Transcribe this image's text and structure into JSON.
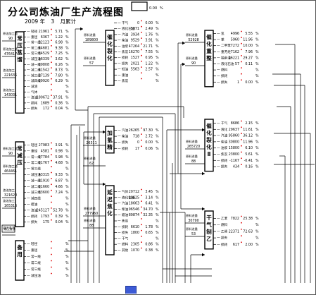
{
  "title": "分公司炼油厂生产流程图",
  "period": {
    "year": "2009 年",
    "month": "3",
    "label": "月累计"
  },
  "top_box": {
    "value": "0.00",
    "unit": "%"
  },
  "units": [
    {
      "name": "常压蒸馏",
      "id": "atm",
      "inputs": [
        {
          "label": "原油加工量",
          "value": "90"
        },
        {
          "label": "原油加工量",
          "value": "476417"
        },
        {
          "label": "渣油加工",
          "value": "221635"
        },
        {
          "label": "渣油加工",
          "value": "143031"
        }
      ],
      "products": [
        {
          "name": "一 轻径",
          "qty": "21961",
          "pct": "5.71",
          "unit": "%"
        },
        {
          "name": "一 重径",
          "qty": "6367",
          "pct": "1.22",
          "unit": "%"
        },
        {
          "name": "一 常一线",
          "qty": "32123",
          "pct": "6.98",
          "unit": "%"
        },
        {
          "name": "一 常二线",
          "qty": "44681",
          "pct": "9.38",
          "unit": "%"
        },
        {
          "name": "一 常三线",
          "qty": "34529",
          "pct": "7.25",
          "unit": "%"
        },
        {
          "name": "一 减压油",
          "qty": "26339",
          "pct": "3.62",
          "unit": "%"
        },
        {
          "name": "一 减一线",
          "qty": "29808",
          "pct": "6.26",
          "unit": "%"
        },
        {
          "name": "一 减二线",
          "qty": "41542",
          "pct": "8.73",
          "unit": "%"
        },
        {
          "name": "一 减三线",
          "qty": "37139",
          "pct": "7.80",
          "unit": "%"
        },
        {
          "name": "一 减四线",
          "qty": "29920",
          "pct": "6.29",
          "unit": "%"
        },
        {
          "name": "一 减渣",
          "qty": "",
          "pct": "",
          "unit": "%"
        },
        {
          "name": "一 气体",
          "qty": "",
          "pct": "",
          "unit": "%"
        },
        {
          "name": "一 渣油",
          "qty": "180672",
          "pct": "37.91",
          "unit": "%"
        },
        {
          "name": "一 损耗",
          "qty": "1689",
          "pct": "0.36",
          "unit": "%"
        },
        {
          "name": "一 损失",
          "qty": "172",
          "pct": "0.04",
          "unit": "%"
        }
      ]
    },
    {
      "name": "催化裂化",
      "id": "fcc",
      "inputs": [
        {
          "label": "原料进量",
          "value": "189800"
        },
        {
          "label": "原料进量",
          "value": "57"
        }
      ],
      "products": [
        {
          "name": "一 干气",
          "qty": "0",
          "pct": "0.00",
          "unit": "%"
        },
        {
          "name": "一 液化石油",
          "qty": "5371",
          "pct": "2.49",
          "unit": "%"
        },
        {
          "name": "一 汽油",
          "qty": "3934",
          "pct": "1.76",
          "unit": "%"
        },
        {
          "name": "一 柴油",
          "qty": "9529",
          "pct": "3.91",
          "unit": "%"
        },
        {
          "name": "一 油浆",
          "qty": "47264",
          "pct": "21.71",
          "unit": "%"
        },
        {
          "name": "一 焦炭",
          "qty": "16270",
          "pct": "7.55",
          "unit": "%"
        },
        {
          "name": "一 损耗",
          "qty": "1527",
          "pct": "0.95",
          "unit": "%"
        },
        {
          "name": "一 损失",
          "qty": "2021",
          "pct": "1.22",
          "unit": "%"
        },
        {
          "name": "一 轻油",
          "qty": "5563",
          "pct": "2.57",
          "unit": "%"
        },
        {
          "name": "一 重油",
          "qty": "",
          "pct": "",
          "unit": "%"
        },
        {
          "name": "一 焦炭",
          "qty": "",
          "pct": "",
          "unit": "%"
        }
      ]
    },
    {
      "name": "加氢精制",
      "id": "hyd",
      "inputs": [
        {
          "label": "原料进量",
          "value": "26311"
        },
        {
          "label": "原料进量",
          "value": "62"
        }
      ],
      "products": [
        {
          "name": "一 汽油",
          "qty": "26265",
          "pct": "97.30",
          "unit": "%"
        },
        {
          "name": "一 柴油",
          "qty": "718",
          "pct": "2.72",
          "unit": "%"
        },
        {
          "name": "一 损失",
          "qty": "0",
          "pct": "0.00",
          "unit": "%"
        },
        {
          "name": "一 损耗",
          "qty": "17",
          "pct": "0.06",
          "unit": "%"
        }
      ]
    },
    {
      "name": "延迟焦化",
      "id": "coker",
      "inputs": [
        {
          "label": "原料进量",
          "value": "277960"
        },
        {
          "label": "原料进量",
          "value": "88"
        }
      ],
      "products": [
        {
          "name": "一 气体",
          "qty": "20712",
          "pct": "3.45",
          "unit": "%"
        },
        {
          "name": "一 液化石油",
          "qty": "10625",
          "pct": "3.14",
          "unit": "%"
        },
        {
          "name": "一 汽油",
          "qty": "18663",
          "pct": "6.41",
          "unit": "%"
        },
        {
          "name": "一 柴油",
          "qty": "96546",
          "pct": "34.70",
          "unit": "%"
        },
        {
          "name": "一 蜡油",
          "qty": "89874",
          "pct": "32.35",
          "unit": "%"
        },
        {
          "name": "一 焦炭",
          "qty": "",
          "pct": "",
          "unit": "%"
        },
        {
          "name": "一 损耗",
          "qty": "6610",
          "pct": "1.78",
          "unit": "%"
        },
        {
          "name": "一 损失",
          "qty": "1800",
          "pct": "0.65",
          "unit": "%"
        },
        {
          "name": "一 干气",
          "qty": "",
          "pct": "",
          "unit": "%"
        },
        {
          "name": "一 燃料",
          "qty": "2305",
          "pct": "0.86",
          "unit": "%"
        },
        {
          "name": "一 其他",
          "qty": "1070",
          "pct": "0.38",
          "unit": "%"
        }
      ]
    },
    {
      "name": "常减压",
      "id": "cdu2",
      "inputs": [
        {
          "label": "原料加工量",
          "value": "90"
        },
        {
          "label": "原料加工量",
          "value": "464461"
        },
        {
          "label": "渣油加工",
          "value": "321620"
        },
        {
          "label": "渣油加工",
          "value": "165316"
        },
        {
          "label": "减压渣油",
          "value": ""
        }
      ],
      "products": [
        {
          "name": "一 轻径",
          "qty": "27983",
          "pct": "3.91",
          "unit": "%"
        },
        {
          "name": "一 重径",
          "qty": "4581",
          "pct": "0.98",
          "unit": "%"
        },
        {
          "name": "一 常一线",
          "qty": "27784",
          "pct": "5.98",
          "unit": "%"
        },
        {
          "name": "一 常二线",
          "qty": "21767",
          "pct": "4.68",
          "unit": "%"
        },
        {
          "name": "一 常三线",
          "qty": "",
          "pct": "",
          "unit": "%"
        },
        {
          "name": "一 减压油",
          "qty": "43315",
          "pct": "9.33",
          "unit": "%"
        },
        {
          "name": "一 减一线",
          "qty": "31910",
          "pct": "6.87",
          "unit": "%"
        },
        {
          "name": "一 减二线",
          "qty": "21660",
          "pct": "4.66",
          "unit": "%"
        },
        {
          "name": "一 减三线",
          "qty": "33600",
          "pct": "7.24",
          "unit": "%"
        },
        {
          "name": "一 减四线",
          "qty": "",
          "pct": "",
          "unit": "%"
        },
        {
          "name": "一 蜡油",
          "qty": "",
          "pct": "",
          "unit": "%"
        },
        {
          "name": "一 渣油",
          "qty": "245127",
          "pct": "52.78",
          "unit": "%"
        },
        {
          "name": "一 损耗",
          "qty": "1793",
          "pct": "0.39",
          "unit": "%"
        },
        {
          "name": "一 损失",
          "qty": "175",
          "pct": "0.04",
          "unit": "%"
        }
      ]
    },
    {
      "name": "备用",
      "id": "spare",
      "products": [
        {
          "name": "一 轻径",
          "qty": "",
          "pct": "",
          "unit": "%"
        },
        {
          "name": "一 重径",
          "qty": "",
          "pct": "",
          "unit": "%"
        },
        {
          "name": "一 常一线",
          "qty": "",
          "pct": "",
          "unit": "%"
        },
        {
          "name": "一 常二线",
          "qty": "",
          "pct": "",
          "unit": "%"
        },
        {
          "name": "一 常三线",
          "qty": "",
          "pct": "",
          "unit": "%"
        },
        {
          "name": "一 减压油",
          "qty": "",
          "pct": "",
          "unit": "%"
        }
      ]
    },
    {
      "name": "催化重整",
      "id": "reform",
      "inputs": [
        {
          "label": "原料进量",
          "value": "52928"
        },
        {
          "label": "原料进量",
          "value": "90"
        }
      ],
      "products": [
        {
          "name": "一 氢",
          "qty": "4996",
          "pct": "5.55",
          "unit": "%"
        },
        {
          "name": "一 苯",
          "qty": "5960",
          "pct": "11.96",
          "unit": "%"
        },
        {
          "name": "一 二甲苯",
          "qty": "7272",
          "pct": "10.00",
          "unit": "%"
        },
        {
          "name": "一 重芳烃",
          "qty": "7162",
          "pct": "7.96",
          "unit": "%"
        },
        {
          "name": "一 抽余油",
          "qty": "26221",
          "pct": "29.27",
          "unit": "%"
        },
        {
          "name": "一 液化石油",
          "qty": "57",
          "pct": "0.11",
          "unit": "%"
        },
        {
          "name": "一 燃料",
          "qty": "",
          "pct": "",
          "unit": "%"
        },
        {
          "name": "一 损耗",
          "qty": "",
          "pct": "",
          "unit": "%"
        },
        {
          "name": "一 损失",
          "qty": "1",
          "pct": "0.00",
          "unit": "%"
        }
      ]
    },
    {
      "name": "催化裂化Ⅱ",
      "id": "fcc2",
      "inputs": [
        {
          "label": "原料进量",
          "value": "265720"
        },
        {
          "label": "原料进量",
          "value": "88"
        }
      ],
      "products": [
        {
          "name": "一 干气",
          "qty": "8686",
          "pct": "2.15",
          "unit": "%"
        },
        {
          "name": "一 液化",
          "qty": "29637",
          "pct": "11.61",
          "unit": "%"
        },
        {
          "name": "一 汽油",
          "qty": "95860",
          "pct": "36.12",
          "unit": "%"
        },
        {
          "name": "一 柴油",
          "qty": "30800",
          "pct": "11.96",
          "unit": "%"
        },
        {
          "name": "一 油浆",
          "qty": "15800",
          "pct": "6.10",
          "unit": "%"
        },
        {
          "name": "一 焦炭",
          "qty": "23800",
          "pct": "5.61",
          "unit": "%"
        },
        {
          "name": "一 损耗",
          "qty": "-1167",
          "pct": "-0.41",
          "unit": "%"
        },
        {
          "name": "一 损失",
          "qty": "434",
          "pct": "0.16",
          "unit": "%"
        }
      ]
    },
    {
      "name": "干气制乙烯",
      "id": "gas",
      "inputs": [
        {
          "label": "原料进量",
          "value": "30790"
        },
        {
          "label": "原料进量",
          "value": "53"
        }
      ],
      "products": [
        {
          "name": "一 乙苯",
          "qty": "7822",
          "pct": "25.38",
          "unit": "%"
        },
        {
          "name": "一 燃料",
          "qty": "",
          "pct": "",
          "unit": "%"
        },
        {
          "name": "一 乙烯",
          "qty": "22371",
          "pct": "72.63",
          "unit": "%"
        },
        {
          "name": "一 损失",
          "qty": "",
          "pct": "",
          "unit": "%"
        },
        {
          "name": "一 损耗",
          "qty": "617",
          "pct": "2.00",
          "unit": "%"
        }
      ]
    }
  ],
  "side_label": "减压渣油"
}
